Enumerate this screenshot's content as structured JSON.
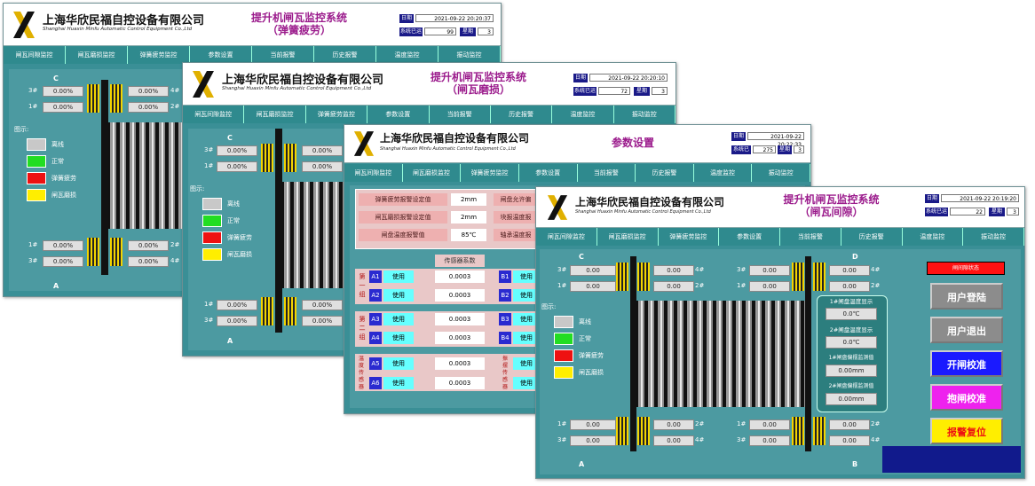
{
  "company": {
    "name_cn": "上海华欣民福自控设备有限公司",
    "name_en": "Shanghai Huaxin Minfu Automatic Control Equipment Co.,Ltd"
  },
  "nav": [
    "闸瓦间隙监控",
    "闸瓦磨损监控",
    "弹簧疲劳监控",
    "参数设置",
    "当前报警",
    "历史报警",
    "温度监控",
    "振动监控"
  ],
  "status_labels": {
    "date": "日期",
    "runtime": "系统已运行",
    "week": "星期"
  },
  "legend": {
    "title": "图示:",
    "items": [
      {
        "label": "离线",
        "color": "#c8c8c8"
      },
      {
        "label": "正常",
        "color": "#22dd22"
      },
      {
        "label": "弹簧疲劳",
        "color": "#ee1111"
      },
      {
        "label": "闸瓦磨损",
        "color": "#ffee00"
      }
    ]
  },
  "w1": {
    "title1": "提升机闸瓦监控系统",
    "title2": "（弹簧疲劳）",
    "date": "2021-09-22 20:20:37",
    "runtime": "99",
    "week": "3",
    "channel_top": "C",
    "channel_bottom": "A",
    "rows": [
      {
        "left_label": "3#",
        "left_value": "0.00%",
        "right_value": "0.00%",
        "right_label": "4#"
      },
      {
        "left_label": "1#",
        "left_value": "0.00%",
        "right_value": "0.00%",
        "right_label": "2#"
      },
      {
        "left_label": "1#",
        "left_value": "0.00%",
        "right_value": "0.00%",
        "right_label": "2#"
      },
      {
        "left_label": "3#",
        "left_value": "0.00%",
        "right_value": "0.00%",
        "right_label": "4#"
      }
    ]
  },
  "w2": {
    "title1": "提升机闸瓦监控系统",
    "title2": "（闸瓦磨损）",
    "date": "2021-09-22 20:20:10",
    "runtime": "72",
    "week": "3",
    "channel_top": "C",
    "channel_bottom": "A",
    "rows": [
      {
        "left_label": "3#",
        "left_value": "0.00%",
        "right_value": "0.00%"
      },
      {
        "left_label": "1#",
        "left_value": "0.00%",
        "right_value": "0.00%"
      },
      {
        "left_label": "1#",
        "left_value": "0.00%",
        "right_value": "0.00%"
      },
      {
        "left_label": "3#",
        "left_value": "0.00%",
        "right_value": "0.00%"
      }
    ]
  },
  "w3": {
    "title": "参数设置",
    "date": "2021-09-22 20:22:33",
    "runtime": "275",
    "week": "3",
    "params": [
      {
        "label": "弹簧疲劳报警设定值",
        "value": "2mm",
        "side": "闸盘允许偏"
      },
      {
        "label": "闸瓦磨损报警设定值",
        "value": "2mm",
        "side": "块报温度报"
      },
      {
        "label": "闸盘温度报警值",
        "value": "85℃",
        "side": "轴承温度报"
      }
    ],
    "sensor_header": "传感器系数",
    "groups": [
      {
        "name": "第一组",
        "items": [
          {
            "id": "A1",
            "use": "使用",
            "coef": "0.0003",
            "rid": "B1",
            "ruse": "使用"
          },
          {
            "id": "A2",
            "use": "使用",
            "coef": "0.0003",
            "rid": "B2",
            "ruse": "使用"
          }
        ]
      },
      {
        "name": "第二组",
        "items": [
          {
            "id": "A3",
            "use": "使用",
            "coef": "0.0003",
            "rid": "B3",
            "ruse": "使用"
          },
          {
            "id": "A4",
            "use": "使用",
            "coef": "0.0003",
            "rid": "B4",
            "ruse": "使用"
          }
        ]
      },
      {
        "name": "温度传感器",
        "rname": "振摆传感器",
        "items": [
          {
            "id": "A5",
            "use": "使用",
            "coef": "0.0003",
            "ruse": "使用"
          },
          {
            "id": "A6",
            "use": "使用",
            "coef": "0.0003",
            "ruse": "使用"
          }
        ]
      }
    ]
  },
  "w4": {
    "title1": "提升机闸瓦监控系统",
    "title2": "（闸瓦间隙）",
    "date": "2021-09-22 20:19:20",
    "runtime": "22",
    "week": "3",
    "channels": {
      "c": "C",
      "d": "D",
      "a": "A",
      "b": "B"
    },
    "top_rows": [
      {
        "l1": "3#",
        "v1": "0.00",
        "v2": "0.00",
        "l2": "4#",
        "l3": "3#",
        "v3": "0.00",
        "v4": "0.00",
        "l4": "4#"
      },
      {
        "l1": "1#",
        "v1": "0.00",
        "v2": "0.00",
        "l2": "2#",
        "l3": "1#",
        "v3": "0.00",
        "v4": "0.00",
        "l4": "2#"
      }
    ],
    "bottom_rows": [
      {
        "l1": "1#",
        "v1": "0.00",
        "v2": "0.00",
        "l2": "2#",
        "l3": "1#",
        "v3": "0.00",
        "v4": "0.00",
        "l4": "2#"
      },
      {
        "l1": "3#",
        "v1": "0.00",
        "v2": "0.00",
        "l2": "4#",
        "l3": "3#",
        "v3": "0.00",
        "v4": "0.00",
        "l4": "4#"
      }
    ],
    "temp": [
      {
        "label": "1#闸盘温度显示",
        "value": "0.0℃"
      },
      {
        "label": "2#闸盘温度显示",
        "value": "0.0℃"
      },
      {
        "label": "1#闸盘偏摆监测值",
        "value": "0.00mm"
      },
      {
        "label": "2#闸盘偏摆监测值",
        "value": "0.00mm"
      }
    ],
    "alarm_indicator": "闸间隙状态",
    "buttons": [
      {
        "label": "用户登陆",
        "color": "#8c8c8c"
      },
      {
        "label": "用户退出",
        "color": "#8c8c8c"
      },
      {
        "label": "开闸校准",
        "color": "#1a1aff"
      },
      {
        "label": "抱闸校准",
        "color": "#ee22ee"
      },
      {
        "label": "报警复位",
        "color": "#ffee00"
      }
    ]
  }
}
